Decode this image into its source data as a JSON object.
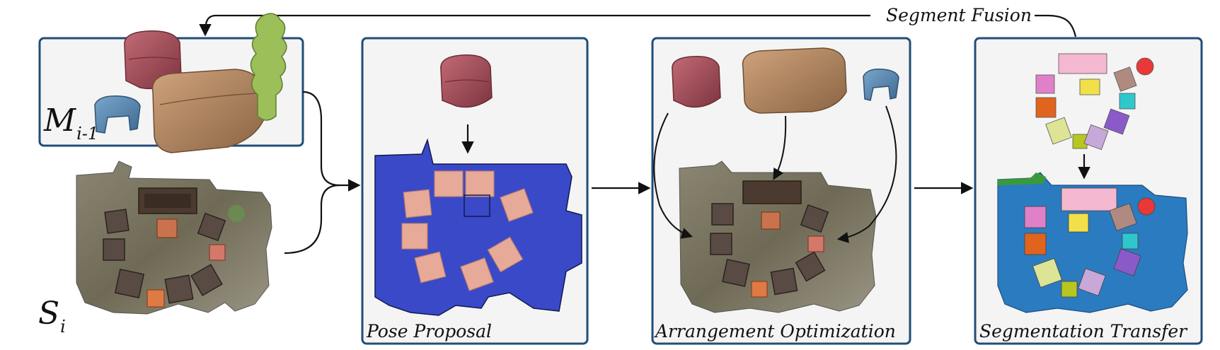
{
  "labels": {
    "segment_fusion": "Segment Fusion",
    "pose_proposal": "Pose Proposal",
    "arrangement_optimization": "Arrangement Optimization",
    "segmentation_transfer": "Segmentation Transfer"
  },
  "math": {
    "model_base": "M",
    "model_sub": "i-1",
    "scan_base": "S",
    "scan_sub": "i"
  },
  "colors": {
    "panel_border": "#1f4e79",
    "panel_fill": "#f4f4f4",
    "arrow": "#111111",
    "floor_blue": "#3a49c8",
    "seg_floor_blue": "#2b7bc0",
    "chair_maroon": "#9e4a55",
    "sofa_brown": "#b08864",
    "plant_green": "#9cbf5a",
    "stool_blue": "#5a86ad"
  }
}
